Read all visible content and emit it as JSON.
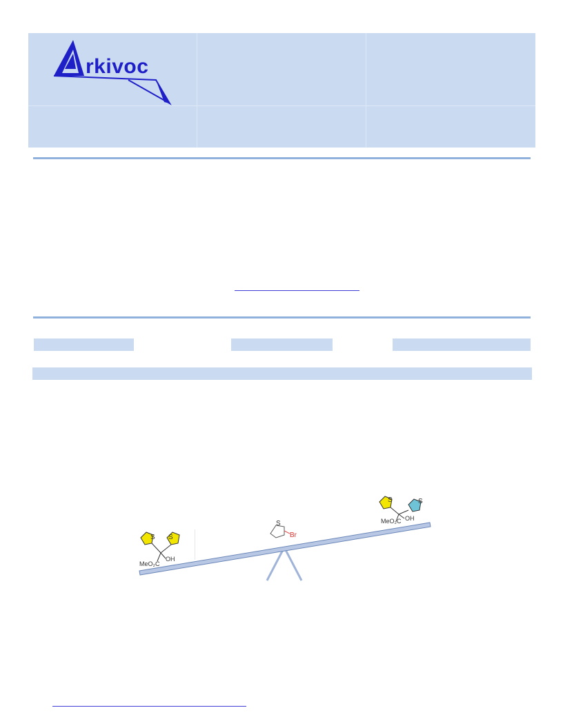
{
  "journal": {
    "logo_text": "rkivoc",
    "logo_initial": "A"
  },
  "graphic": {
    "left_molecule": {
      "substituent_1": "MeO₂C",
      "substituent_2": "OH",
      "heteroatoms": [
        "S",
        "S"
      ]
    },
    "right_molecule": {
      "substituent_1": "MeO₂C",
      "substituent_2": "OH",
      "heteroatoms": [
        "S",
        "S"
      ]
    },
    "center_reagent": {
      "heteroatom": "S",
      "halogen": "Br"
    }
  },
  "colors": {
    "header_band": "#c9daf1",
    "rule": "#8fb1dc",
    "logo": "#1f1fc8",
    "thiophene_yellow": "#f2e600",
    "thiophene_blue": "#6fc3d6",
    "seesaw": "#9fb4d8"
  }
}
